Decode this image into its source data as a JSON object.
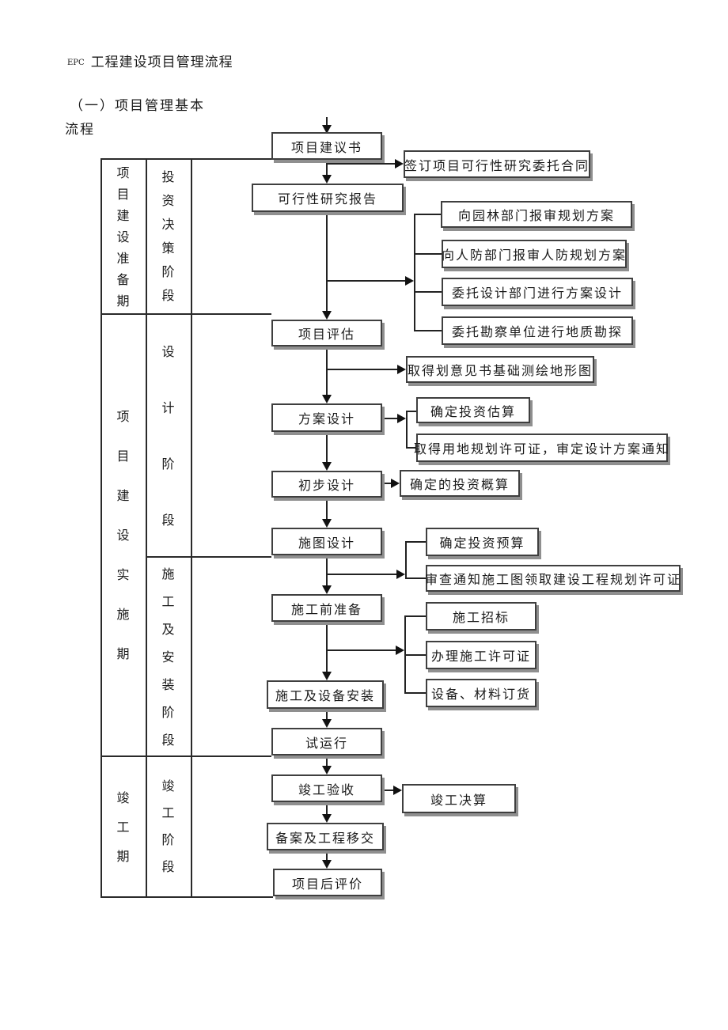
{
  "header": {
    "doc_title_prefix": "EPC",
    "doc_title": "工程建设项目管理流程",
    "section_heading_line1": "（一）项目管理基本",
    "section_heading_line2": "流程"
  },
  "phase_table": {
    "period_column": [
      "项目建设准备期",
      "项目建设实施期",
      "竣工期"
    ],
    "stage_column": [
      "投资决策阶段",
      "设计阶段",
      "施工及安装阶段",
      "竣工阶段"
    ]
  },
  "flowchart": {
    "main_steps": [
      "项目建议书",
      "可行性研究报告",
      "项目评估",
      "方案设计",
      "初步设计",
      "施图设计",
      "施工前准备",
      "施工及设备安装",
      "试运行",
      "竣工验收",
      "备案及工程移交",
      "项目后评价"
    ],
    "side_tasks": [
      "签订项目可行性研究委托合同",
      "向园林部门报审规划方案",
      "向人防部门报审人防规划方案",
      "委托设计部门进行方案设计",
      "委托勘察单位进行地质勘探",
      "取得划意见书基础测绘地形图",
      "确定投资估算",
      "取得用地规划许可证，审定设计方案通知",
      "确定的投资概算",
      "确定投资预算",
      "审查通知施工图领取建设工程规划许可证",
      "施工招标",
      "办理施工许可证",
      "设备、材料订货",
      "竣工决算"
    ]
  },
  "colors": {
    "background": "#ffffff",
    "line": "#222222",
    "box_border": "#3f3f3f",
    "box_shadow": "#8f8f8f",
    "text": "#1a1a1a"
  }
}
